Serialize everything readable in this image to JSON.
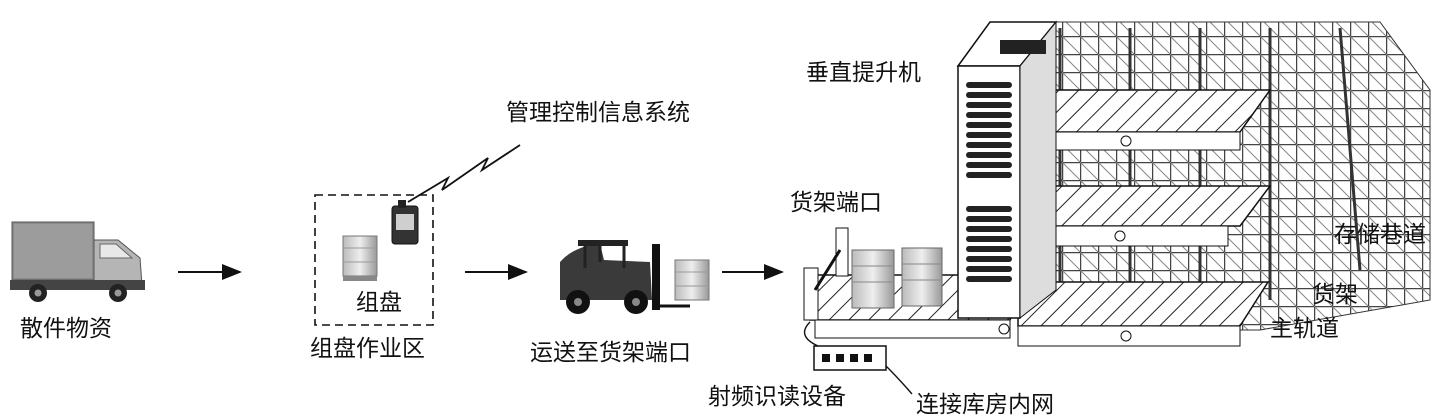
{
  "labels": {
    "bulk_goods": "散件物资",
    "palletizing_zone": "组盘作业区",
    "palletizing": "组盘",
    "management_system": "管理控制信息系统",
    "transport_to_port": "运送至货架端口",
    "rack_port": "货架端口",
    "vertical_lift": "垂直提升机",
    "storage_aisle": "存储巷道",
    "rack": "货架",
    "main_rail": "主轨道",
    "rfid_device": "射频识读设备",
    "connect_network": "连接库房内网"
  },
  "icons": [
    "truck-icon",
    "rfid-handheld-icon",
    "pallet-goods-icon",
    "forklift-icon",
    "rfid-reader-icon",
    "wireless-signal-icon"
  ]
}
